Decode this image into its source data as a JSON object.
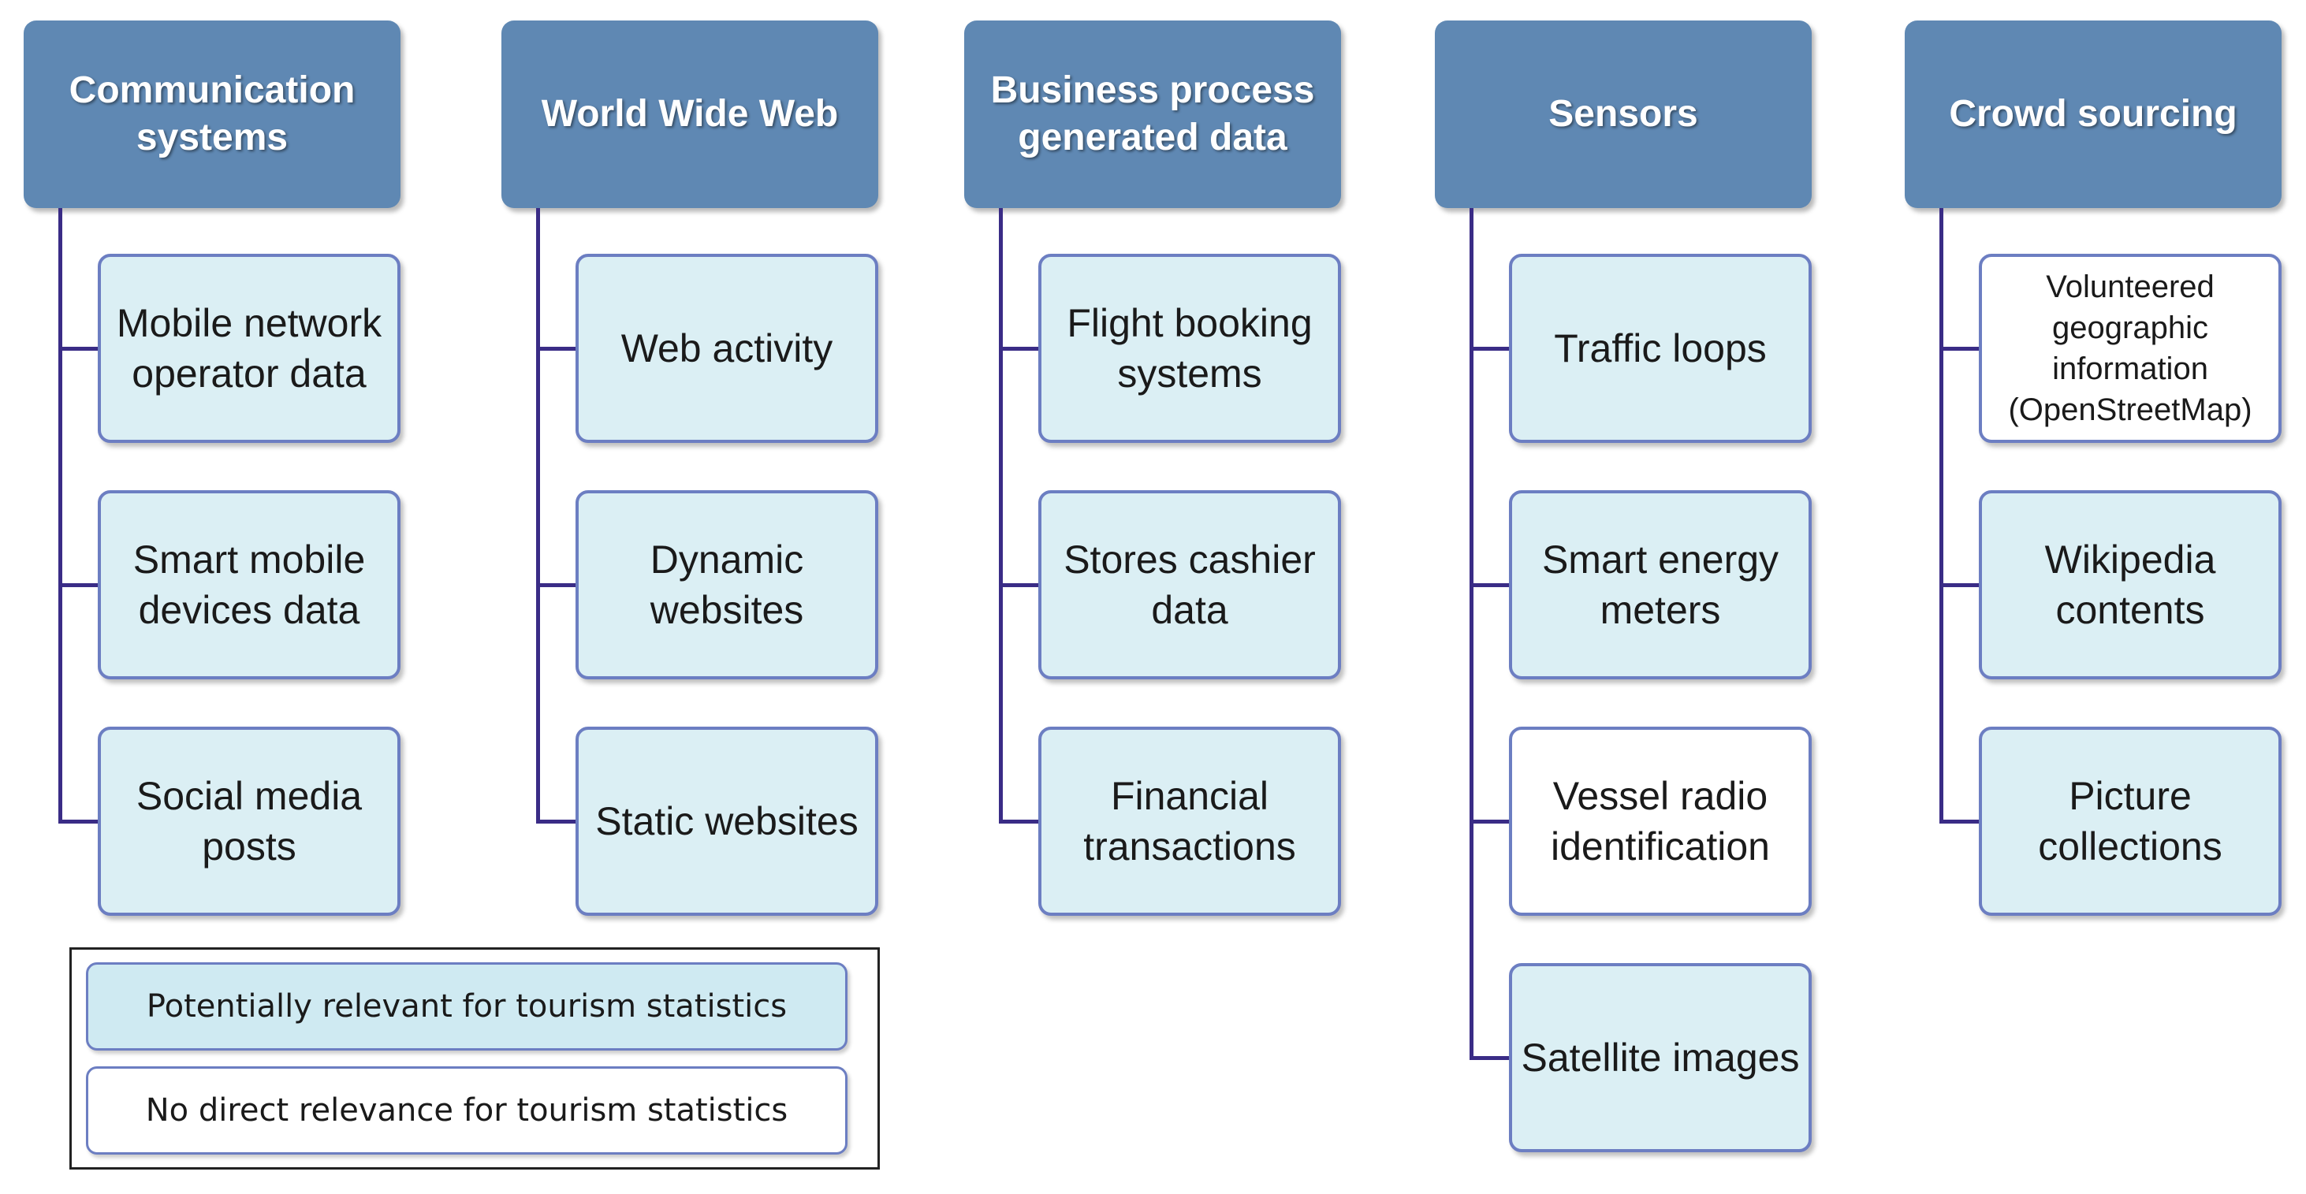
{
  "columns": [
    {
      "title": "Communication systems",
      "items": [
        {
          "label": "Mobile network operator data",
          "relevant": true
        },
        {
          "label": "Smart mobile devices data",
          "relevant": true
        },
        {
          "label": "Social media posts",
          "relevant": true
        }
      ]
    },
    {
      "title": "World Wide Web",
      "items": [
        {
          "label": "Web activity",
          "relevant": true
        },
        {
          "label": "Dynamic websites",
          "relevant": true
        },
        {
          "label": "Static websites",
          "relevant": true
        }
      ]
    },
    {
      "title": "Business process generated data",
      "items": [
        {
          "label": "Flight booking systems",
          "relevant": true
        },
        {
          "label": "Stores cashier data",
          "relevant": true
        },
        {
          "label": "Financial transactions",
          "relevant": true
        }
      ]
    },
    {
      "title": "Sensors",
      "items": [
        {
          "label": "Traffic loops",
          "relevant": true
        },
        {
          "label": "Smart energy meters",
          "relevant": true
        },
        {
          "label": "Vessel radio identification",
          "relevant": false
        },
        {
          "label": "Satellite images",
          "relevant": true
        }
      ]
    },
    {
      "title": "Crowd sourcing",
      "items": [
        {
          "label": "Volunteered geographic information (OpenStreetMap)",
          "relevant": false
        },
        {
          "label": "Wikipedia contents",
          "relevant": true
        },
        {
          "label": "Picture collections",
          "relevant": true
        }
      ]
    }
  ],
  "legend": {
    "relevant": "Potentially relevant for tourism statistics",
    "not_relevant": "No direct relevance for tourism statistics"
  },
  "colors": {
    "header": "#5f88b3",
    "relevant_fill": "#dbeff4",
    "not_relevant_fill": "#ffffff",
    "connector": "#3a2c86"
  }
}
